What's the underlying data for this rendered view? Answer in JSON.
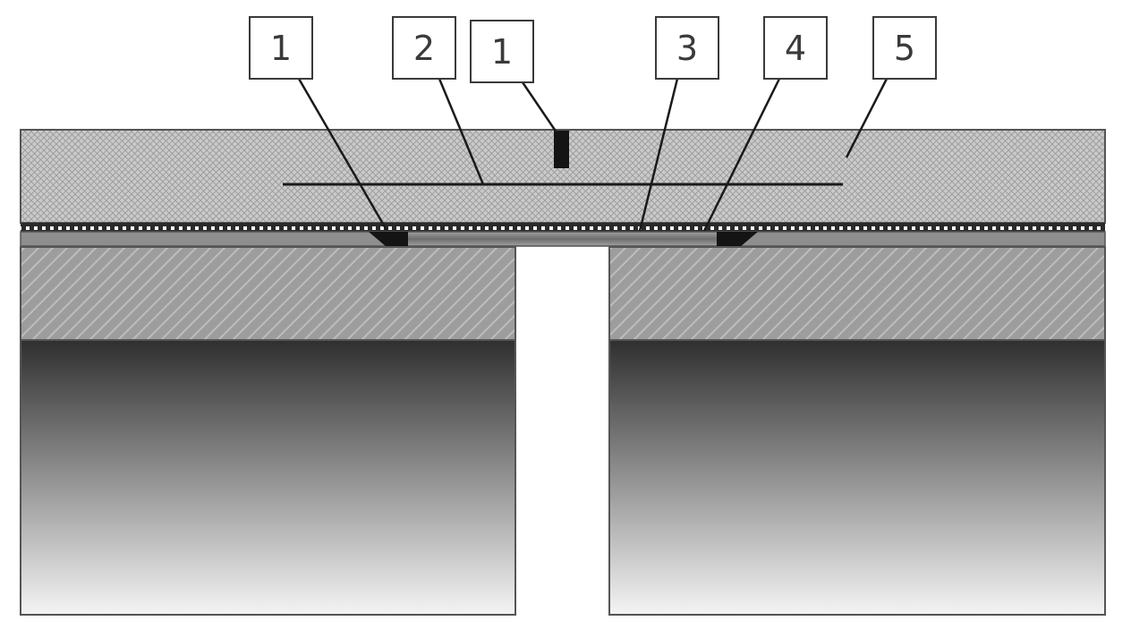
{
  "callouts": [
    {
      "id": "c1a",
      "label": "1"
    },
    {
      "id": "c2",
      "label": "2"
    },
    {
      "id": "c1b",
      "label": "1"
    },
    {
      "id": "c3",
      "label": "3"
    },
    {
      "id": "c4",
      "label": "4"
    },
    {
      "id": "c5",
      "label": "5"
    }
  ],
  "colors": {
    "outline": "#555555",
    "leader": "#1a1a1a",
    "layer5_fill": "#c9c9c9",
    "layer5_cross": "#9a9a9a",
    "hatched_block": "#9b9b9b",
    "hatch_line": "#b9b9b9",
    "sheet": "#8e8e8e",
    "gradient_top": "#2f2f2f",
    "gradient_bottom": "#f4f4f4",
    "dark_mark": "#141414"
  }
}
